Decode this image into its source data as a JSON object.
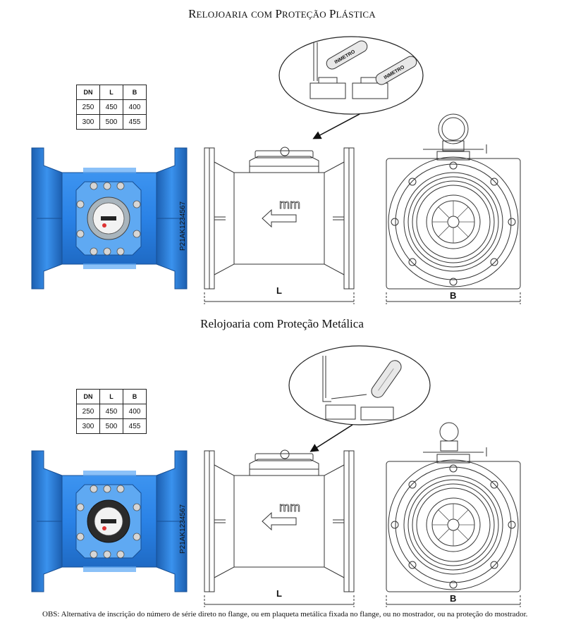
{
  "sections": [
    {
      "title_caps": [
        "Relojoaria",
        "com",
        "Proteção",
        "Plástica"
      ],
      "table": {
        "headers": [
          "DN",
          "L",
          "B"
        ],
        "rows": [
          [
            "250",
            "450",
            "400"
          ],
          [
            "300",
            "500",
            "455"
          ]
        ]
      },
      "serial_text": "P21AK1234567",
      "flow_unit": "mm",
      "inmetro_text": "INMETRO",
      "dim_L": "L",
      "dim_B": "B"
    },
    {
      "title": "Relojoaria com Proteção Metálica",
      "table": {
        "headers": [
          "DN",
          "L",
          "B"
        ],
        "rows": [
          [
            "250",
            "450",
            "400"
          ],
          [
            "300",
            "500",
            "455"
          ]
        ]
      },
      "serial_text": "P21AK1234567",
      "flow_unit": "mm",
      "dim_L": "L",
      "dim_B": "B"
    }
  ],
  "note": "OBS: Alternativa de inscrição do número de série direto no flange, ou em plaqueta metálica fixada no flange, ou no mostrador, ou na proteção do mostrador.",
  "colors": {
    "meter_blue": "#2a82e6",
    "meter_blue_dark": "#1c5fb0",
    "line": "#333333"
  }
}
